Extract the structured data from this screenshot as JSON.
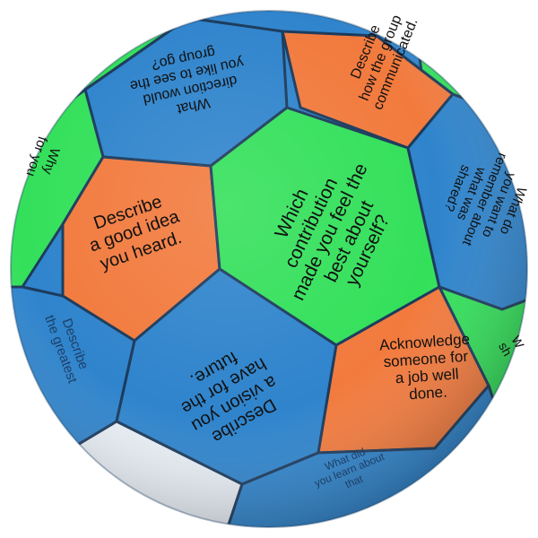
{
  "colors": {
    "background": "#ffffff",
    "green_panel": "#33e05a",
    "orange_panel": "#f27a3d",
    "blue_panel": "#2f84cc",
    "seam": "#1b3a5c",
    "text": "#111111"
  },
  "panels": [
    {
      "name": "center-green",
      "color": "green_panel",
      "text": "Which\ncontribution\nmade you feel the\nbest about\nyourself?"
    },
    {
      "name": "left-orange",
      "color": "orange_panel",
      "text": "Describe\na good idea\nyou heard."
    },
    {
      "name": "lower-right-orange",
      "color": "orange_panel",
      "text": "Acknowledge\nsomeone for\na job well\ndone."
    },
    {
      "name": "top-right-orange",
      "color": "orange_panel",
      "text": "Describe\nhow the group\ncommunicated."
    },
    {
      "name": "bottom-blue",
      "color": "blue_panel",
      "text": "Describe\na vision you\nhave for the\nfuture."
    },
    {
      "name": "top-blue",
      "color": "blue_panel",
      "text": "What\ndirection would\nyou like to see the\ngroup go?"
    },
    {
      "name": "right-blue",
      "color": "blue_panel",
      "text": "What do\nyou want to\nremember about\nwhat was\nshared?"
    },
    {
      "name": "far-left-green",
      "color": "green_panel",
      "text": "Why\nfor you"
    },
    {
      "name": "lower-left-blue",
      "color": "blue_panel",
      "text": "Describe\nthe greatest"
    },
    {
      "name": "far-right-green",
      "color": "green_panel",
      "text": "W\nsh"
    },
    {
      "name": "bottom-edge-blue",
      "color": "blue_panel",
      "text": "What did\nyou learn about\nthat"
    }
  ]
}
